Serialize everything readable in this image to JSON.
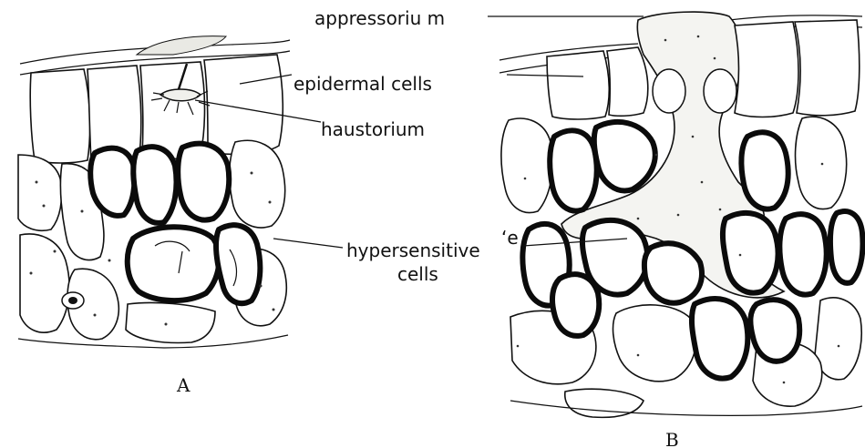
{
  "figure": {
    "panels": {
      "a": "A",
      "b": "B"
    },
    "labels": {
      "appressorium": "appressoriu m",
      "epidermal_cells": "epidermal cells",
      "haustorium": "haustorium",
      "hypersensitive_line1": "hypersensitive",
      "hypersensitive_line2": "cells",
      "stray_mark": "‘e"
    },
    "colors": {
      "ink": "#111111",
      "paper": "#ffffff",
      "fungus_fill": "#f4f4f1"
    }
  }
}
